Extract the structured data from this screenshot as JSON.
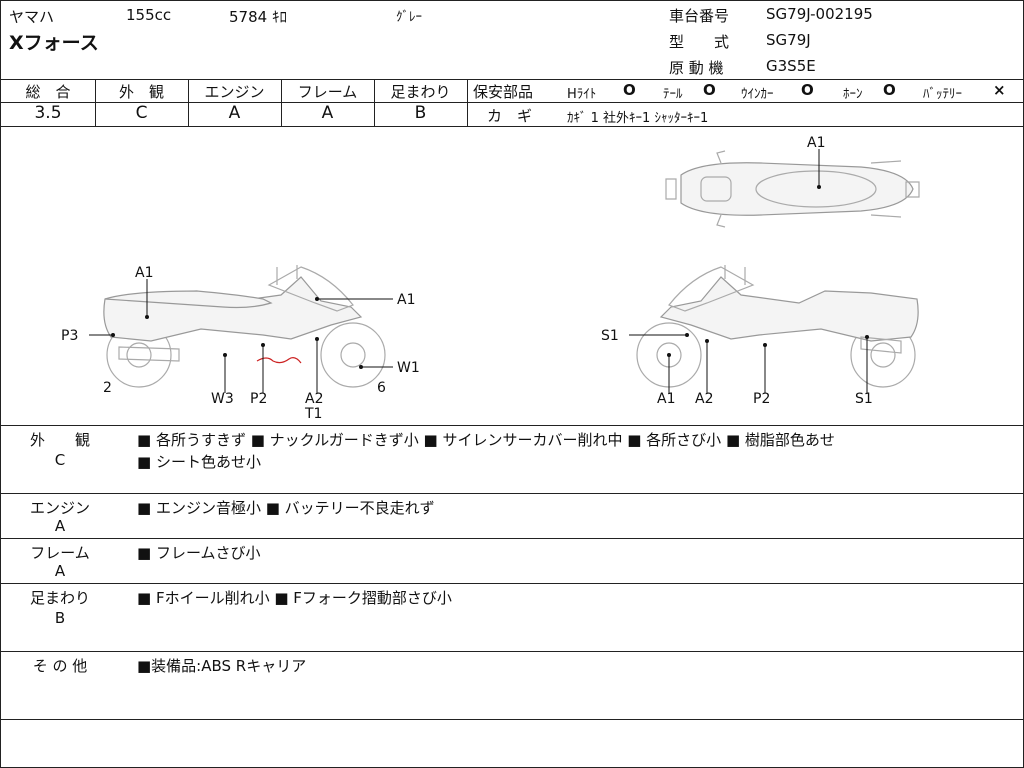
{
  "header": {
    "maker": "ヤマハ",
    "displacement": "155cc",
    "mileage": "5784 ｷﾛ",
    "color": "ｸﾞﾚｰ",
    "model_name": "Xフォース",
    "frame_no_label": "車台番号",
    "frame_no": "SG79J-002195",
    "type_label": "型　　式",
    "type_value": "SG79J",
    "engine_label": "原 動 機",
    "engine_value": "G3S5E"
  },
  "grades": {
    "overall_label": "総　合",
    "overall": "3.5",
    "exterior_label": "外　観",
    "exterior": "C",
    "engine_label": "エンジン",
    "engine": "A",
    "frame_label": "フレーム",
    "frame": "A",
    "suspension_label": "足まわり",
    "suspension": "B"
  },
  "safety": {
    "label": "保安部品",
    "items": [
      {
        "name": "Hﾗｲﾄ",
        "mark": "O"
      },
      {
        "name": "ﾃｰﾙ",
        "mark": "O"
      },
      {
        "name": "ｳｲﾝｶｰ",
        "mark": "O"
      },
      {
        "name": "ﾎｰﾝ",
        "mark": "O"
      },
      {
        "name": "ﾊﾞｯﾃﾘｰ",
        "mark": "×"
      }
    ],
    "key_label": "カ　ギ",
    "key_value": "ｶｷﾞ 1 社外ｷｰ1 ｼｬｯﾀｰｷｰ1"
  },
  "diagram_labels": {
    "top_a1": "A1",
    "left_a1_rear": "A1",
    "left_a1_front": "A1",
    "left_p3": "P3",
    "left_w1": "W1",
    "left_2": "2",
    "left_6": "6",
    "left_w3": "W3",
    "left_p2": "P2",
    "left_a2": "A2",
    "left_t1": "T1",
    "right_s1_front": "S1",
    "right_a1": "A1",
    "right_a2": "A2",
    "right_p2": "P2",
    "right_s1_rear": "S1"
  },
  "remarks": [
    {
      "label": "外　　観",
      "grade": "C",
      "lines": [
        "■ 各所うすきず ■ ナックルガードきず小 ■ サイレンサーカバー削れ中 ■ 各所さび小 ■ 樹脂部色あせ",
        "■ シート色あせ小"
      ]
    },
    {
      "label": "エンジン",
      "grade": "A",
      "lines": [
        "■ エンジン音極小 ■ バッテリー不良走れず"
      ]
    },
    {
      "label": "フレーム",
      "grade": "A",
      "lines": [
        "■ フレームさび小"
      ]
    },
    {
      "label": "足まわり",
      "grade": "B",
      "lines": [
        "■ Fホイール削れ小 ■ Fフォーク摺動部さび小"
      ]
    },
    {
      "label": "そ の 他",
      "grade": "",
      "lines": [
        "■装備品:ABS Rキャリア"
      ]
    }
  ]
}
